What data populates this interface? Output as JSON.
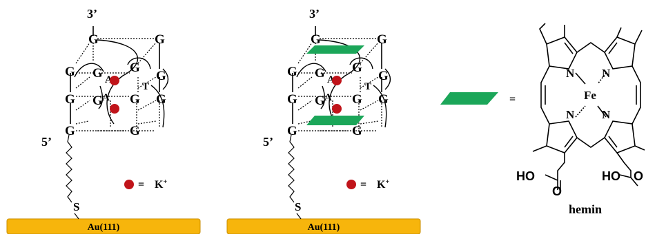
{
  "colors": {
    "gold": "#F7B50C",
    "gold_edge": "#C98E00",
    "k_ion": "#C0141A",
    "hemin_plate": "#1BA659",
    "line": "#000000"
  },
  "left_structure": {
    "three_prime": "3’",
    "five_prime": "5’",
    "sulfur": "S",
    "surface_label": "Au(111)",
    "legend_eq": "=",
    "legend_ion": "K",
    "legend_charge": "+",
    "bases": [
      "G",
      "G",
      "G",
      "G",
      "G",
      "G",
      "G",
      "G",
      "G",
      "G",
      "G",
      "G",
      "A",
      "T",
      "A"
    ]
  },
  "right_structure": {
    "three_prime": "3’",
    "five_prime": "5’",
    "sulfur": "S",
    "surface_label": "Au(111)",
    "legend_eq": "=",
    "legend_ion": "K",
    "legend_charge": "+",
    "bases": [
      "G",
      "G",
      "G",
      "G",
      "G",
      "G",
      "G",
      "G",
      "G",
      "G",
      "G",
      "G",
      "A",
      "T",
      "A"
    ]
  },
  "hemin_key": {
    "equals": "=",
    "metal": "Fe",
    "nitrogens": [
      "N",
      "N",
      "N",
      "N"
    ],
    "acid_left_ho": "HO",
    "acid_left_o": "O",
    "acid_right_ho": "HO",
    "acid_right_o": "O",
    "name": "hemin"
  }
}
